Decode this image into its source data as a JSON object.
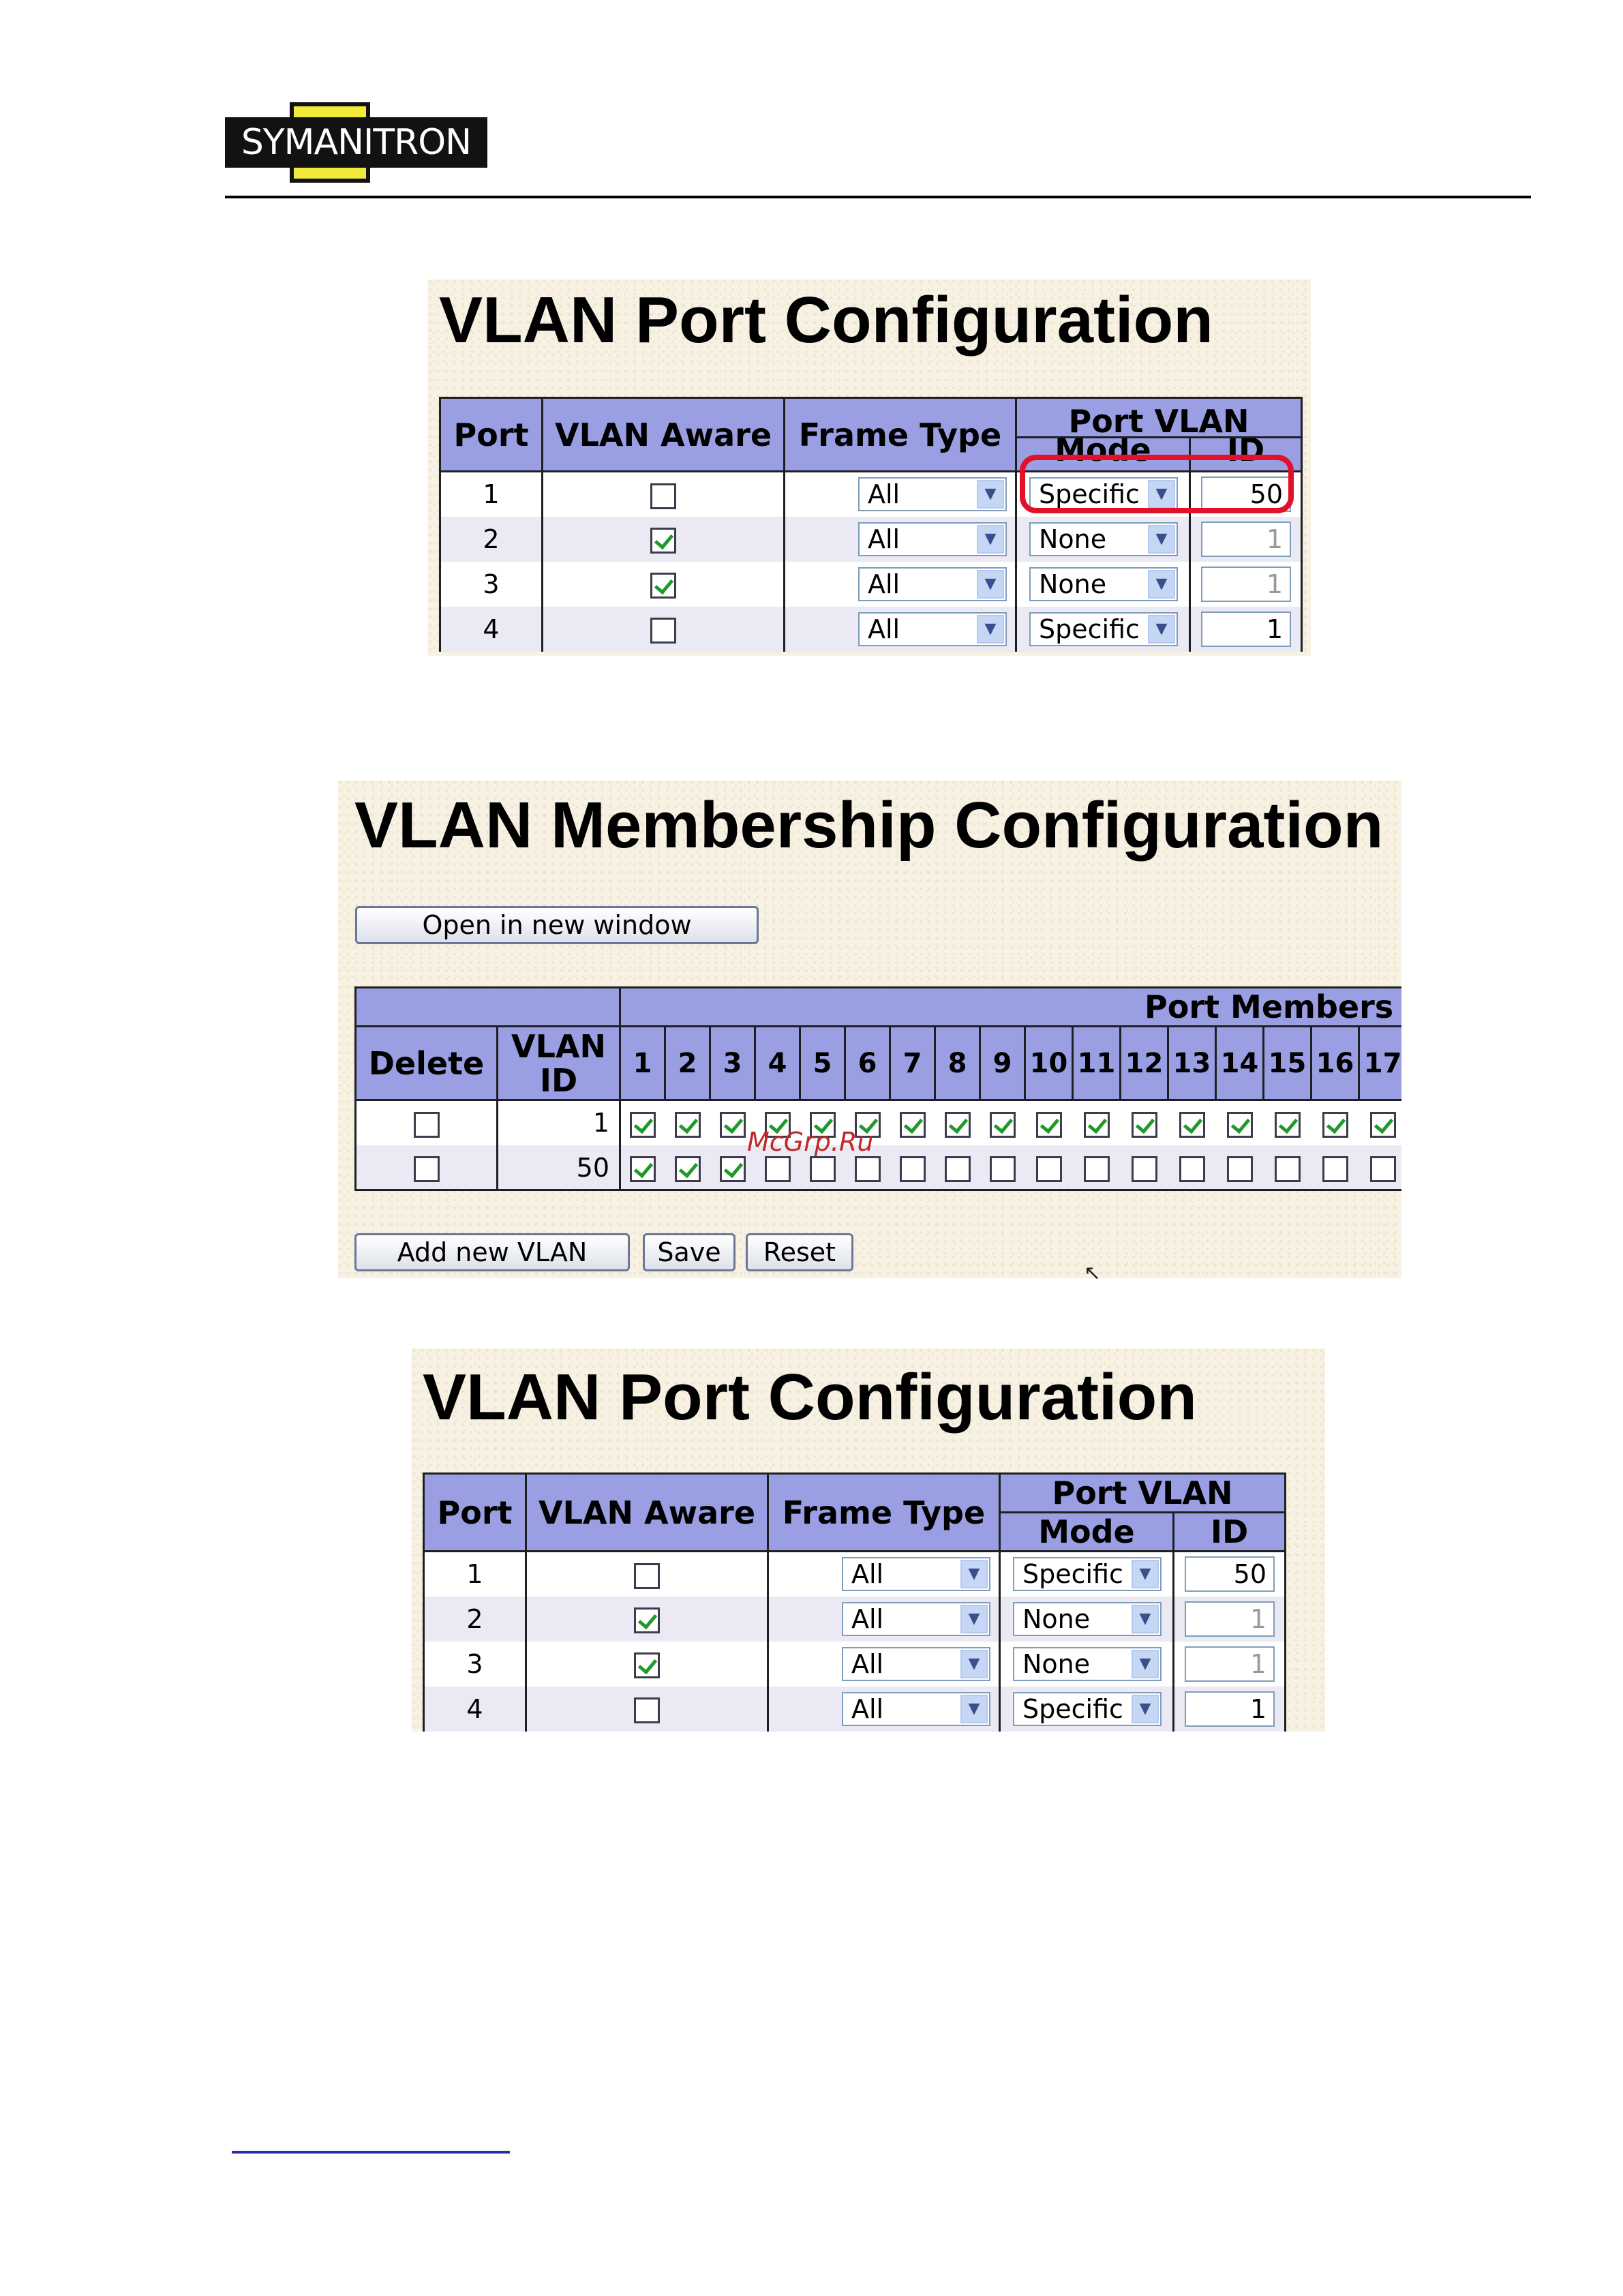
{
  "header": {
    "logo_text": "SYMANITRON"
  },
  "port_config_top": {
    "title": "VLAN Port Configuration",
    "headers": {
      "port": "Port",
      "vlan_aware": "VLAN Aware",
      "frame_type": "Frame Type",
      "port_vlan": "Port VLAN",
      "mode": "Mode",
      "id": "ID"
    },
    "rows": [
      {
        "port": "1",
        "aware": false,
        "frame": "All",
        "mode": "Specific",
        "id": "50",
        "id_dim": false
      },
      {
        "port": "2",
        "aware": true,
        "frame": "All",
        "mode": "None",
        "id": "1",
        "id_dim": true
      },
      {
        "port": "3",
        "aware": true,
        "frame": "All",
        "mode": "None",
        "id": "1",
        "id_dim": true
      },
      {
        "port": "4",
        "aware": false,
        "frame": "All",
        "mode": "Specific",
        "id": "1",
        "id_dim": false
      }
    ]
  },
  "membership": {
    "title": "VLAN Membership Configuration",
    "open_window_label": "Open in new window",
    "headers": {
      "delete": "Delete",
      "vlan": "VLAN",
      "id": "ID",
      "port_members": "Port Members"
    },
    "ports": [
      "1",
      "2",
      "3",
      "4",
      "5",
      "6",
      "7",
      "8",
      "9",
      "10",
      "11",
      "12",
      "13",
      "14",
      "15",
      "16",
      "17"
    ],
    "rows": [
      {
        "vlan_id": "1",
        "members": [
          true,
          true,
          true,
          true,
          true,
          true,
          true,
          true,
          true,
          true,
          true,
          true,
          true,
          true,
          true,
          true,
          true
        ]
      },
      {
        "vlan_id": "50",
        "members": [
          true,
          true,
          true,
          false,
          false,
          false,
          false,
          false,
          false,
          false,
          false,
          false,
          false,
          false,
          false,
          false,
          false
        ]
      }
    ],
    "add_label": "Add new VLAN",
    "save_label": "Save",
    "reset_label": "Reset",
    "watermark": "McGrp.Ru"
  },
  "port_config_bottom": {
    "title": "VLAN Port Configuration",
    "headers": {
      "port": "Port",
      "vlan_aware": "VLAN Aware",
      "frame_type": "Frame Type",
      "port_vlan": "Port VLAN",
      "mode": "Mode",
      "id": "ID"
    },
    "rows": [
      {
        "port": "1",
        "aware": false,
        "frame": "All",
        "mode": "Specific",
        "id": "50",
        "id_dim": false
      },
      {
        "port": "2",
        "aware": true,
        "frame": "All",
        "mode": "None",
        "id": "1",
        "id_dim": true
      },
      {
        "port": "3",
        "aware": true,
        "frame": "All",
        "mode": "None",
        "id": "1",
        "id_dim": true
      },
      {
        "port": "4",
        "aware": false,
        "frame": "All",
        "mode": "Specific",
        "id": "1",
        "id_dim": false
      }
    ]
  }
}
